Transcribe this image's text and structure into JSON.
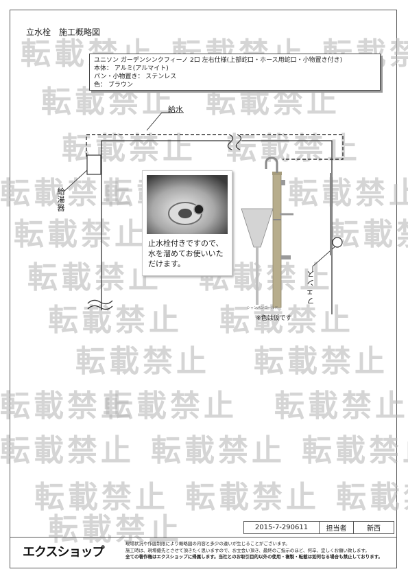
{
  "document": {
    "title": "立水栓　施工概略図"
  },
  "product_info": {
    "line1": "ユニソン ガーデンシンクフィーノ 2口 左右仕様(上部蛇口・ホース用蛇口・小物置き付き)",
    "line2": "本体： アルミ(アルマイト)",
    "line3": "パン・小物置き： ステンレス",
    "line4": "色： ブラウン"
  },
  "diagram": {
    "supply_label": "給水",
    "heater_label": "給湯器",
    "fence_label": "フェンス",
    "photo_note": "止水栓付きですので、水を溜めてお使いいただけます。",
    "color_note": "※色は仮です",
    "product_label": "シャンパンゴールド"
  },
  "watermark": {
    "text": "転載禁止"
  },
  "title_block": {
    "code": "2015-7-290611",
    "person_label": "担当者",
    "person_name": "新西"
  },
  "footer": {
    "logo": "エクスショップ",
    "note1": "現場状況や作図制限により概略図の内容と多少の違いが生じることがございます。",
    "note2": "施工時は、現場優先とさせて頂きたく思いますので、お立会い頂き、最終のご指示のほど、何卒、宜しくお願い致します。",
    "note3": "全ての著作権はエクスショップに帰属します。当社とのお取引目的以外の使用・複製・転載は如何なる場合も禁止しております。"
  },
  "colors": {
    "line": "#333333",
    "watermark": "#b3b3b3",
    "pipe_gold": "#b7ad8c"
  }
}
